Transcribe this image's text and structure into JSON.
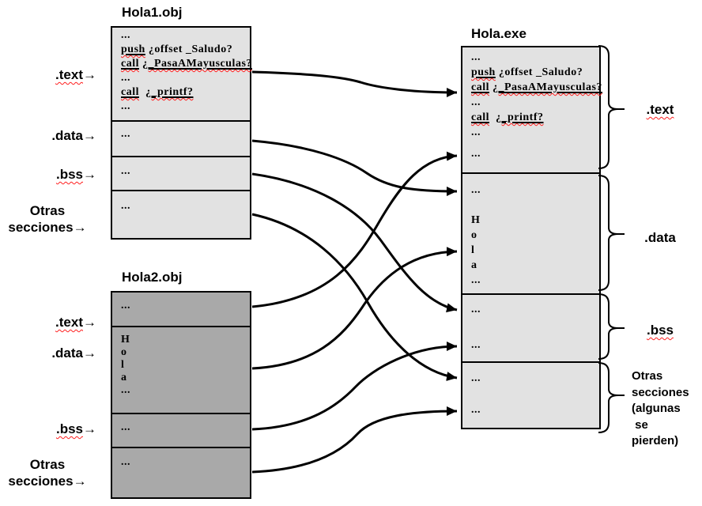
{
  "titles": {
    "obj1": "Hola1.obj",
    "obj2": "Hola2.obj",
    "exe": "Hola.exe"
  },
  "colors": {
    "box_light": "#e2e2e2",
    "box_dark": "#a9a9a9",
    "stroke": "#000000",
    "squiggle": "#ff1f1f"
  },
  "boxes": {
    "obj1": {
      "text": [
        [
          {
            "t": "..."
          }
        ],
        [
          {
            "t": "push",
            "u": true,
            "w": true
          },
          {
            "t": " ¿offset _Saludo?"
          }
        ],
        [
          {
            "t": "call",
            "u": true,
            "w": true
          },
          {
            "t": " ¿"
          },
          {
            "t": "_PasaAMayusculas?",
            "u": true,
            "w": true
          }
        ],
        [
          {
            "t": "..."
          }
        ],
        [
          {
            "t": "call",
            "u": true,
            "w": true
          },
          {
            "t": "  ¿"
          },
          {
            "t": "_printf?",
            "u": true,
            "w": true
          }
        ],
        [
          {
            "t": "..."
          }
        ]
      ],
      "data": [
        [
          {
            "t": "..."
          }
        ]
      ],
      "bss": [
        [
          {
            "t": "..."
          }
        ]
      ],
      "otras": [
        [
          {
            "t": "..."
          }
        ]
      ]
    },
    "obj2": {
      "text": [
        [
          {
            "t": "..."
          }
        ]
      ],
      "data": [
        [
          {
            "t": "H"
          }
        ],
        [
          {
            "t": "o"
          }
        ],
        [
          {
            "t": "l"
          }
        ],
        [
          {
            "t": "a"
          }
        ],
        [
          {
            "t": "..."
          }
        ]
      ],
      "bss": [
        [
          {
            "t": "..."
          }
        ]
      ],
      "otras": [
        [
          {
            "t": "..."
          }
        ]
      ]
    },
    "exe": {
      "text": [
        [
          {
            "t": "..."
          }
        ],
        [
          {
            "t": "push",
            "u": true,
            "w": true
          },
          {
            "t": " ¿offset _Saludo?"
          }
        ],
        [
          {
            "t": "call",
            "u": true,
            "w": true
          },
          {
            "t": " ¿"
          },
          {
            "t": "_PasaAMayusculas?",
            "u": true,
            "w": true
          }
        ],
        [
          {
            "t": "..."
          }
        ],
        [
          {
            "t": "call",
            "u": true,
            "w": true
          },
          {
            "t": "  ¿"
          },
          {
            "t": "_printf?",
            "u": true,
            "w": true
          }
        ],
        [
          {
            "t": "..."
          }
        ],
        [],
        [
          {
            "t": "..."
          }
        ]
      ],
      "data": [
        [
          {
            "t": "..."
          }
        ],
        [],
        [
          {
            "t": "H"
          }
        ],
        [
          {
            "t": "o"
          }
        ],
        [
          {
            "t": "l"
          }
        ],
        [
          {
            "t": "a"
          }
        ],
        [
          {
            "t": "..."
          }
        ]
      ],
      "bss": [
        [
          {
            "t": "..."
          }
        ],
        [],
        [
          {
            "t": "..."
          }
        ]
      ],
      "otras": [
        [
          {
            "t": "..."
          }
        ],
        [],
        [
          {
            "t": "..."
          }
        ]
      ]
    }
  },
  "labels": {
    "obj1_text": [
      [
        {
          "t": ".text",
          "w": true
        },
        {
          "t": "→"
        }
      ]
    ],
    "obj1_data": [
      [
        {
          "t": ".data"
        },
        {
          "t": "→"
        }
      ]
    ],
    "obj1_bss": [
      [
        {
          "t": ".bss",
          "w": true
        },
        {
          "t": "→"
        }
      ]
    ],
    "obj1_otras": [
      [
        {
          "t": "Otras"
        }
      ],
      [
        {
          "t": "secciones→"
        }
      ]
    ],
    "obj2_text": [
      [
        {
          "t": ".text",
          "w": true
        },
        {
          "t": "→"
        }
      ]
    ],
    "obj2_data": [
      [
        {
          "t": ".data"
        },
        {
          "t": "→"
        }
      ]
    ],
    "obj2_bss": [
      [
        {
          "t": ".bss",
          "w": true
        },
        {
          "t": "→"
        }
      ]
    ],
    "obj2_otras": [
      [
        {
          "t": "Otras"
        }
      ],
      [
        {
          "t": "secciones→"
        }
      ]
    ],
    "exe_text": [
      [
        {
          "t": ".text",
          "w": true
        }
      ]
    ],
    "exe_data": [
      [
        {
          "t": ".data"
        }
      ]
    ],
    "exe_bss": [
      [
        {
          "t": ".bss",
          "w": true
        }
      ]
    ],
    "exe_otras": [
      [
        {
          "t": "Otras"
        }
      ],
      [
        {
          "t": "secciones"
        }
      ],
      [
        {
          "t": "(algunas"
        }
      ],
      [
        {
          "t": " se"
        }
      ],
      [
        {
          "t": "pierden)"
        }
      ]
    ]
  },
  "arrows": [
    {
      "from": "Hola1.obj .text",
      "to": "Hola.exe .text"
    },
    {
      "from": "Hola1.obj .data",
      "to": "Hola.exe .data"
    },
    {
      "from": "Hola1.obj .bss",
      "to": "Hola.exe .bss"
    },
    {
      "from": "Hola1.obj Otras secciones",
      "to": "Hola.exe Otras secciones"
    },
    {
      "from": "Hola2.obj .text",
      "to": "Hola.exe .text"
    },
    {
      "from": "Hola2.obj .data",
      "to": "Hola.exe .data"
    },
    {
      "from": "Hola2.obj .bss",
      "to": "Hola.exe .bss"
    },
    {
      "from": "Hola2.obj Otras secciones",
      "to": "Hola.exe Otras secciones"
    }
  ]
}
